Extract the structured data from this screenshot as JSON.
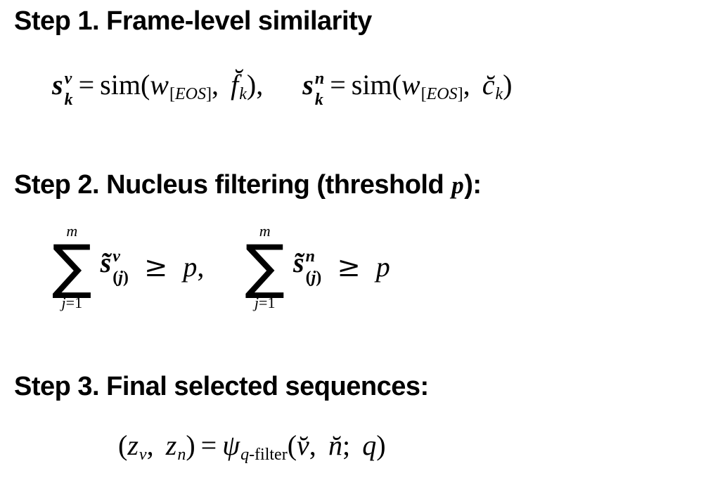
{
  "page": {
    "background": "#ffffff",
    "text_color": "#000000"
  },
  "step1": {
    "heading": "Step 1. Frame-level similarity",
    "eq": {
      "s1_base": "s",
      "s1_sup": "v",
      "s1_sub": "k",
      "eq1": "=",
      "sim1": "sim",
      "lparen1": "(",
      "w1": "w",
      "w1_sub_open": "[",
      "w1_sub_text": "EOS",
      "w1_sub_close": "]",
      "comma1": ",",
      "f_breve": "f̆",
      "f_sub": "k",
      "rparen1": ")",
      "sep_comma": ",",
      "s2_base": "s",
      "s2_sup": "n",
      "s2_sub": "k",
      "eq2": "=",
      "sim2": "sim",
      "lparen2": "(",
      "w2": "w",
      "w2_sub_open": "[",
      "w2_sub_text": "EOS",
      "w2_sub_close": "]",
      "comma2": ",",
      "c_breve": "c̆",
      "c_sub": "k",
      "rparen2": ")"
    }
  },
  "step2": {
    "heading_pre": "Step 2. Nucleus filtering (threshold ",
    "heading_var": "p",
    "heading_post": "):",
    "eq": {
      "sum1_upper": "m",
      "sum1_sigma": "∑",
      "sum1_lower_var": "j",
      "sum1_lower_rest": "=1",
      "t1_base": "s̃",
      "t1_sup": "v",
      "t1_sub_open": "(",
      "t1_sub_var": "j",
      "t1_sub_close": ")",
      "geq1": "≥",
      "p1": "p",
      "p1_comma": ",",
      "sum2_upper": "m",
      "sum2_sigma": "∑",
      "sum2_lower_var": "j",
      "sum2_lower_rest": "=1",
      "t2_base": "s̃",
      "t2_sup": "n",
      "t2_sub_open": "(",
      "t2_sub_var": "j",
      "t2_sub_close": ")",
      "geq2": "≥",
      "p2": "p"
    }
  },
  "step3": {
    "heading": "Step 3. Final selected sequences:",
    "eq": {
      "lparen1": "(",
      "z1_base": "z",
      "z1_sub": "v",
      "comma1": ",",
      "z2_base": "z",
      "z2_sub": "n",
      "rparen1": ")",
      "eq": "=",
      "psi": "ψ",
      "psi_sub_var": "q",
      "psi_sub_text": "-filter",
      "lparen2": "(",
      "v_breve": "v̆",
      "comma2": ",",
      "n_breve": "n̆",
      "semicolon": ";",
      "q": "q",
      "rparen2": ")"
    }
  }
}
